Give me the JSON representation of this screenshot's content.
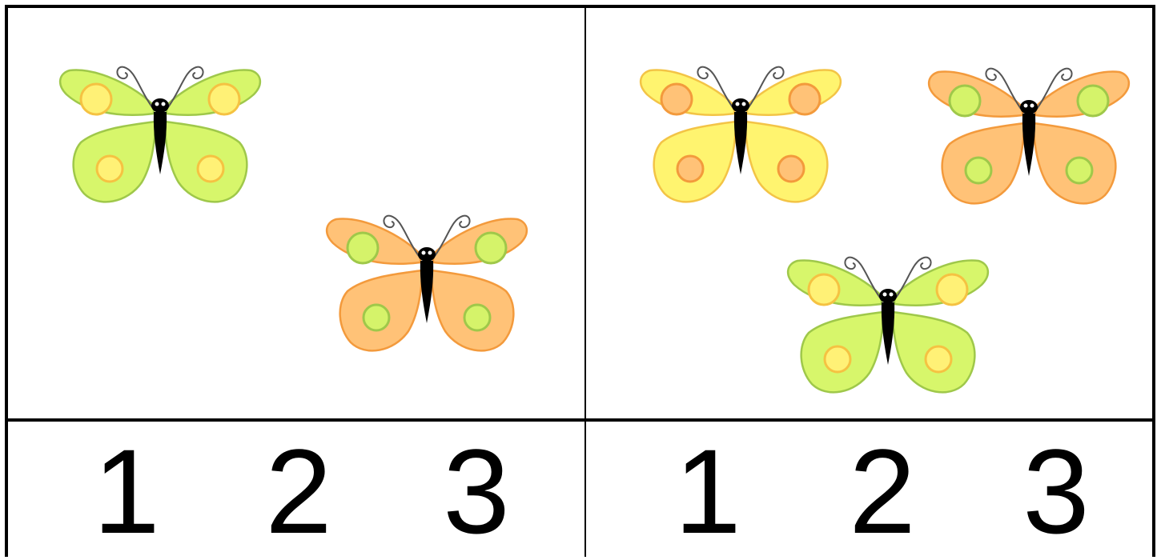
{
  "cards": [
    {
      "butterflies": [
        {
          "wing": "#d7f66b",
          "wing_stroke": "#9fc84a",
          "spot": "#fff176",
          "spot_stroke": "#f5c242"
        },
        {
          "wing": "#ffc277",
          "wing_stroke": "#f39a3c",
          "spot": "#d5f36a",
          "spot_stroke": "#9fc84a"
        }
      ],
      "choices": [
        "1",
        "2",
        "3"
      ]
    },
    {
      "butterflies": [
        {
          "wing": "#fff46f",
          "wing_stroke": "#f3c446",
          "spot": "#ffc277",
          "spot_stroke": "#f39a3c"
        },
        {
          "wing": "#ffc277",
          "wing_stroke": "#f39a3c",
          "spot": "#d5f36a",
          "spot_stroke": "#9fc84a"
        },
        {
          "wing": "#d7f66b",
          "wing_stroke": "#9fc84a",
          "spot": "#fff176",
          "spot_stroke": "#f5c242"
        }
      ],
      "choices": [
        "1",
        "2",
        "3"
      ]
    }
  ]
}
